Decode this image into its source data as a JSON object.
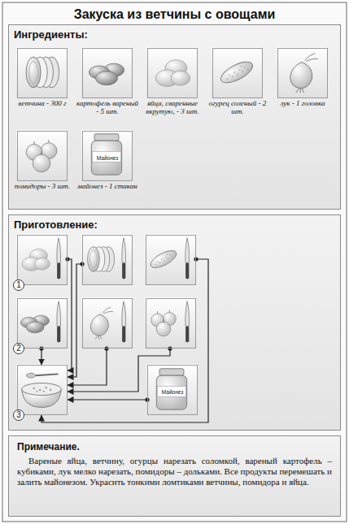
{
  "diagram": {
    "title": "Закуска из ветчины с овощами",
    "nodes": [
      {
        "text": [
          "Ингредиенты:"
        ]
      },
      {
        "text": [
          "ветчина - 300 г"
        ],
        "in": 0
      },
      {
        "text": [
          "картофель вареный - 5 шт."
        ],
        "in": 0
      },
      {
        "text": [
          "яйца, сваренные вкрутую, - 3 шт."
        ],
        "in": 0
      },
      {
        "text": [
          "огурец соленый - 2 шт."
        ],
        "in": 0
      },
      {
        "text": [
          "лук - 1 головка"
        ],
        "in": 0
      },
      {
        "text": [
          "помидоры - 3 шт."
        ],
        "in": 0
      },
      {
        "text": [
          "Майонез",
          "майонез - 1 стакан"
        ],
        "in": 0
      },
      {
        "text": [
          "Приготовление:"
        ]
      },
      {
        "text": [
          "1"
        ],
        "in": 8
      },
      {
        "text": [],
        "in": 8
      },
      {
        "text": [],
        "in": 8
      },
      {
        "text": [
          "2"
        ],
        "in": 8
      },
      {
        "text": [],
        "in": 8
      },
      {
        "text": [],
        "in": 8
      },
      {
        "text": [
          "3"
        ],
        "in": 8
      },
      {
        "text": [
          "Майонез"
        ],
        "in": 8
      },
      {
        "text": [
          "Примечание.",
          "Вареные яйца, ветчину, огурцы нарезать соломкой, вареный картофель – кубиками, лук мелко нарезать, помидоры – дольками. Все продукты перемешать и залить майонезом. Украсить тонкими ломтиками ветчины, помидора и яйца."
        ]
      }
    ],
    "edges": [
      {
        "from": 9,
        "to": 15,
        "arrow": "to"
      },
      {
        "from": 10,
        "to": 15,
        "arrow": "to"
      },
      {
        "from": 11,
        "to": 15,
        "arrow": "to"
      },
      {
        "from": 12,
        "to": 15,
        "arrow": "to"
      },
      {
        "from": 13,
        "to": 15,
        "arrow": "to"
      },
      {
        "from": 14,
        "to": 15,
        "arrow": "to"
      },
      {
        "from": 16,
        "to": 15,
        "arrow": "to"
      }
    ]
  }
}
